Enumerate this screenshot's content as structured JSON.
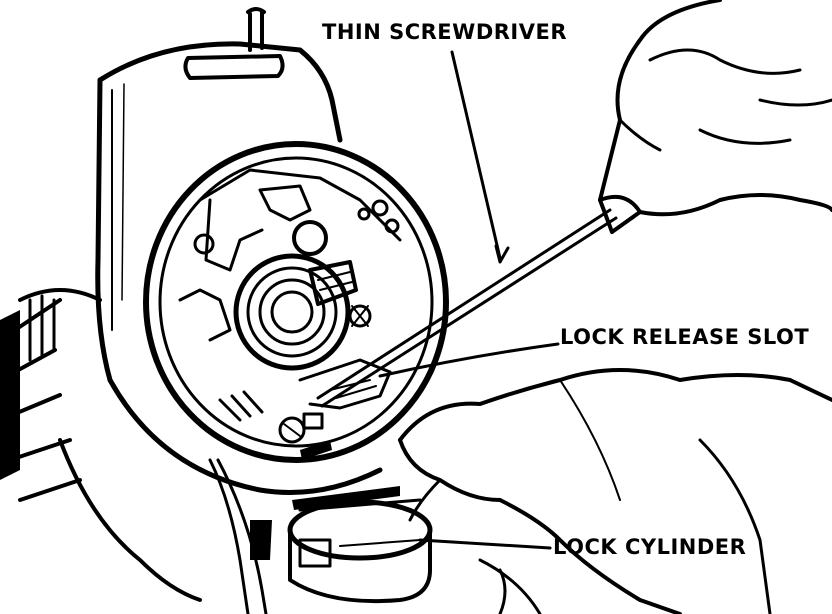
{
  "figure": {
    "labels": {
      "screwdriver": "THIN SCREWDRIVER",
      "release_slot": "LOCK RELEASE SLOT",
      "cylinder": "LOCK CYLINDER"
    },
    "ink_color": "#000000",
    "paper_color": "#ffffff"
  }
}
